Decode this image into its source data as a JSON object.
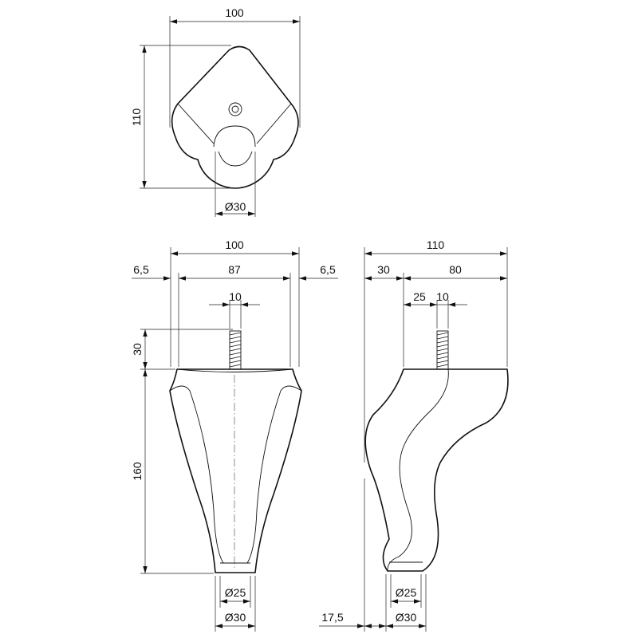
{
  "colors": {
    "line": "#111111",
    "background": "#ffffff"
  },
  "top_view": {
    "width_label": "100",
    "depth_label": "110",
    "dowel_label": "Ø30"
  },
  "front_view": {
    "width_label": "100",
    "inner_width_label": "87",
    "left_offset_label": "6,5",
    "right_offset_label": "6,5",
    "screw_width_label": "10",
    "screw_height_label": "30",
    "height_label": "160",
    "foot_inner_label": "Ø25",
    "foot_outer_label": "Ø30"
  },
  "side_view": {
    "width_label": "110",
    "back_offset_label": "30",
    "front_offset_label": "80",
    "screw_offset_label": "25",
    "screw_width_label": "10",
    "foot_inner_label": "Ø25",
    "foot_outer_label": "Ø30",
    "foot_offset_label": "17,5"
  }
}
